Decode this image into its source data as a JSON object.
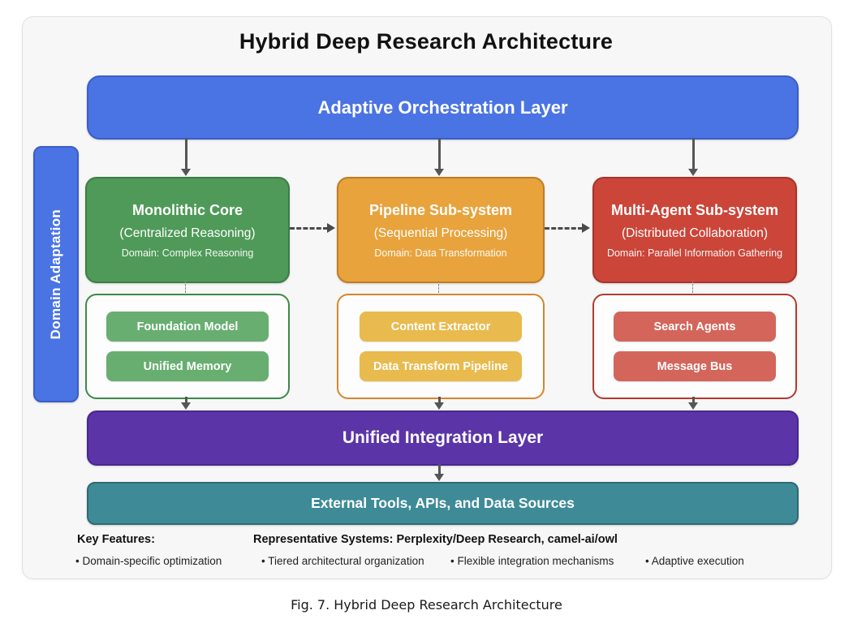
{
  "figure": {
    "title": "Hybrid Deep Research Architecture",
    "caption": "Fig. 7. Hybrid Deep Research Architecture"
  },
  "colors": {
    "blue": "#4a74e4",
    "green": "#4f9a58",
    "yellow": "#e8a33d",
    "red": "#cb4539",
    "purple": "#5b34a8",
    "teal": "#3e8b97",
    "panel_background": "#f7f7f8",
    "arrow_gray": "#555555"
  },
  "layers": {
    "orchestration": {
      "label": "Adaptive Orchestration Layer"
    },
    "integration": {
      "label": "Unified Integration Layer"
    },
    "external": {
      "label": "External Tools, APIs, and Data Sources"
    }
  },
  "side_label": {
    "label": "Domain Adaptation"
  },
  "subsystems": [
    {
      "name": "Monolithic Core",
      "subtitle": "(Centralized Reasoning)",
      "domain": "Domain: Complex Reasoning",
      "components": [
        "Foundation Model",
        "Unified Memory"
      ]
    },
    {
      "name": "Pipeline Sub-system",
      "subtitle": "(Sequential Processing)",
      "domain": "Domain: Data Transformation",
      "components": [
        "Content Extractor",
        "Data Transform Pipeline"
      ]
    },
    {
      "name": "Multi-Agent Sub-system",
      "subtitle": "(Distributed Collaboration)",
      "domain": "Domain: Parallel Information Gathering",
      "components": [
        "Search Agents",
        "Message Bus"
      ]
    }
  ],
  "footer": {
    "key_features_label": "Key Features:",
    "representative_systems": "Representative Systems: Perplexity/Deep Research, camel-ai/owl",
    "bullets": [
      "• Domain-specific optimization",
      "• Tiered architectural organization",
      "• Flexible integration mechanisms",
      "• Adaptive execution"
    ]
  }
}
